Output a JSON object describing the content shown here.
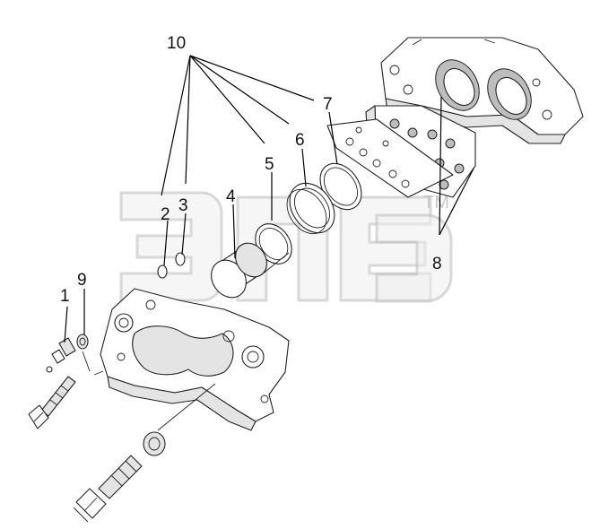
{
  "callouts": [
    {
      "id": "1",
      "label": "1"
    },
    {
      "id": "2",
      "label": "2"
    },
    {
      "id": "3",
      "label": "3"
    },
    {
      "id": "4",
      "label": "4"
    },
    {
      "id": "5",
      "label": "5"
    },
    {
      "id": "6",
      "label": "6"
    },
    {
      "id": "7",
      "label": "7"
    },
    {
      "id": "8",
      "label": "8"
    },
    {
      "id": "9",
      "label": "9"
    },
    {
      "id": "10",
      "label": "10"
    }
  ],
  "watermark": {
    "trademark": "TM"
  }
}
